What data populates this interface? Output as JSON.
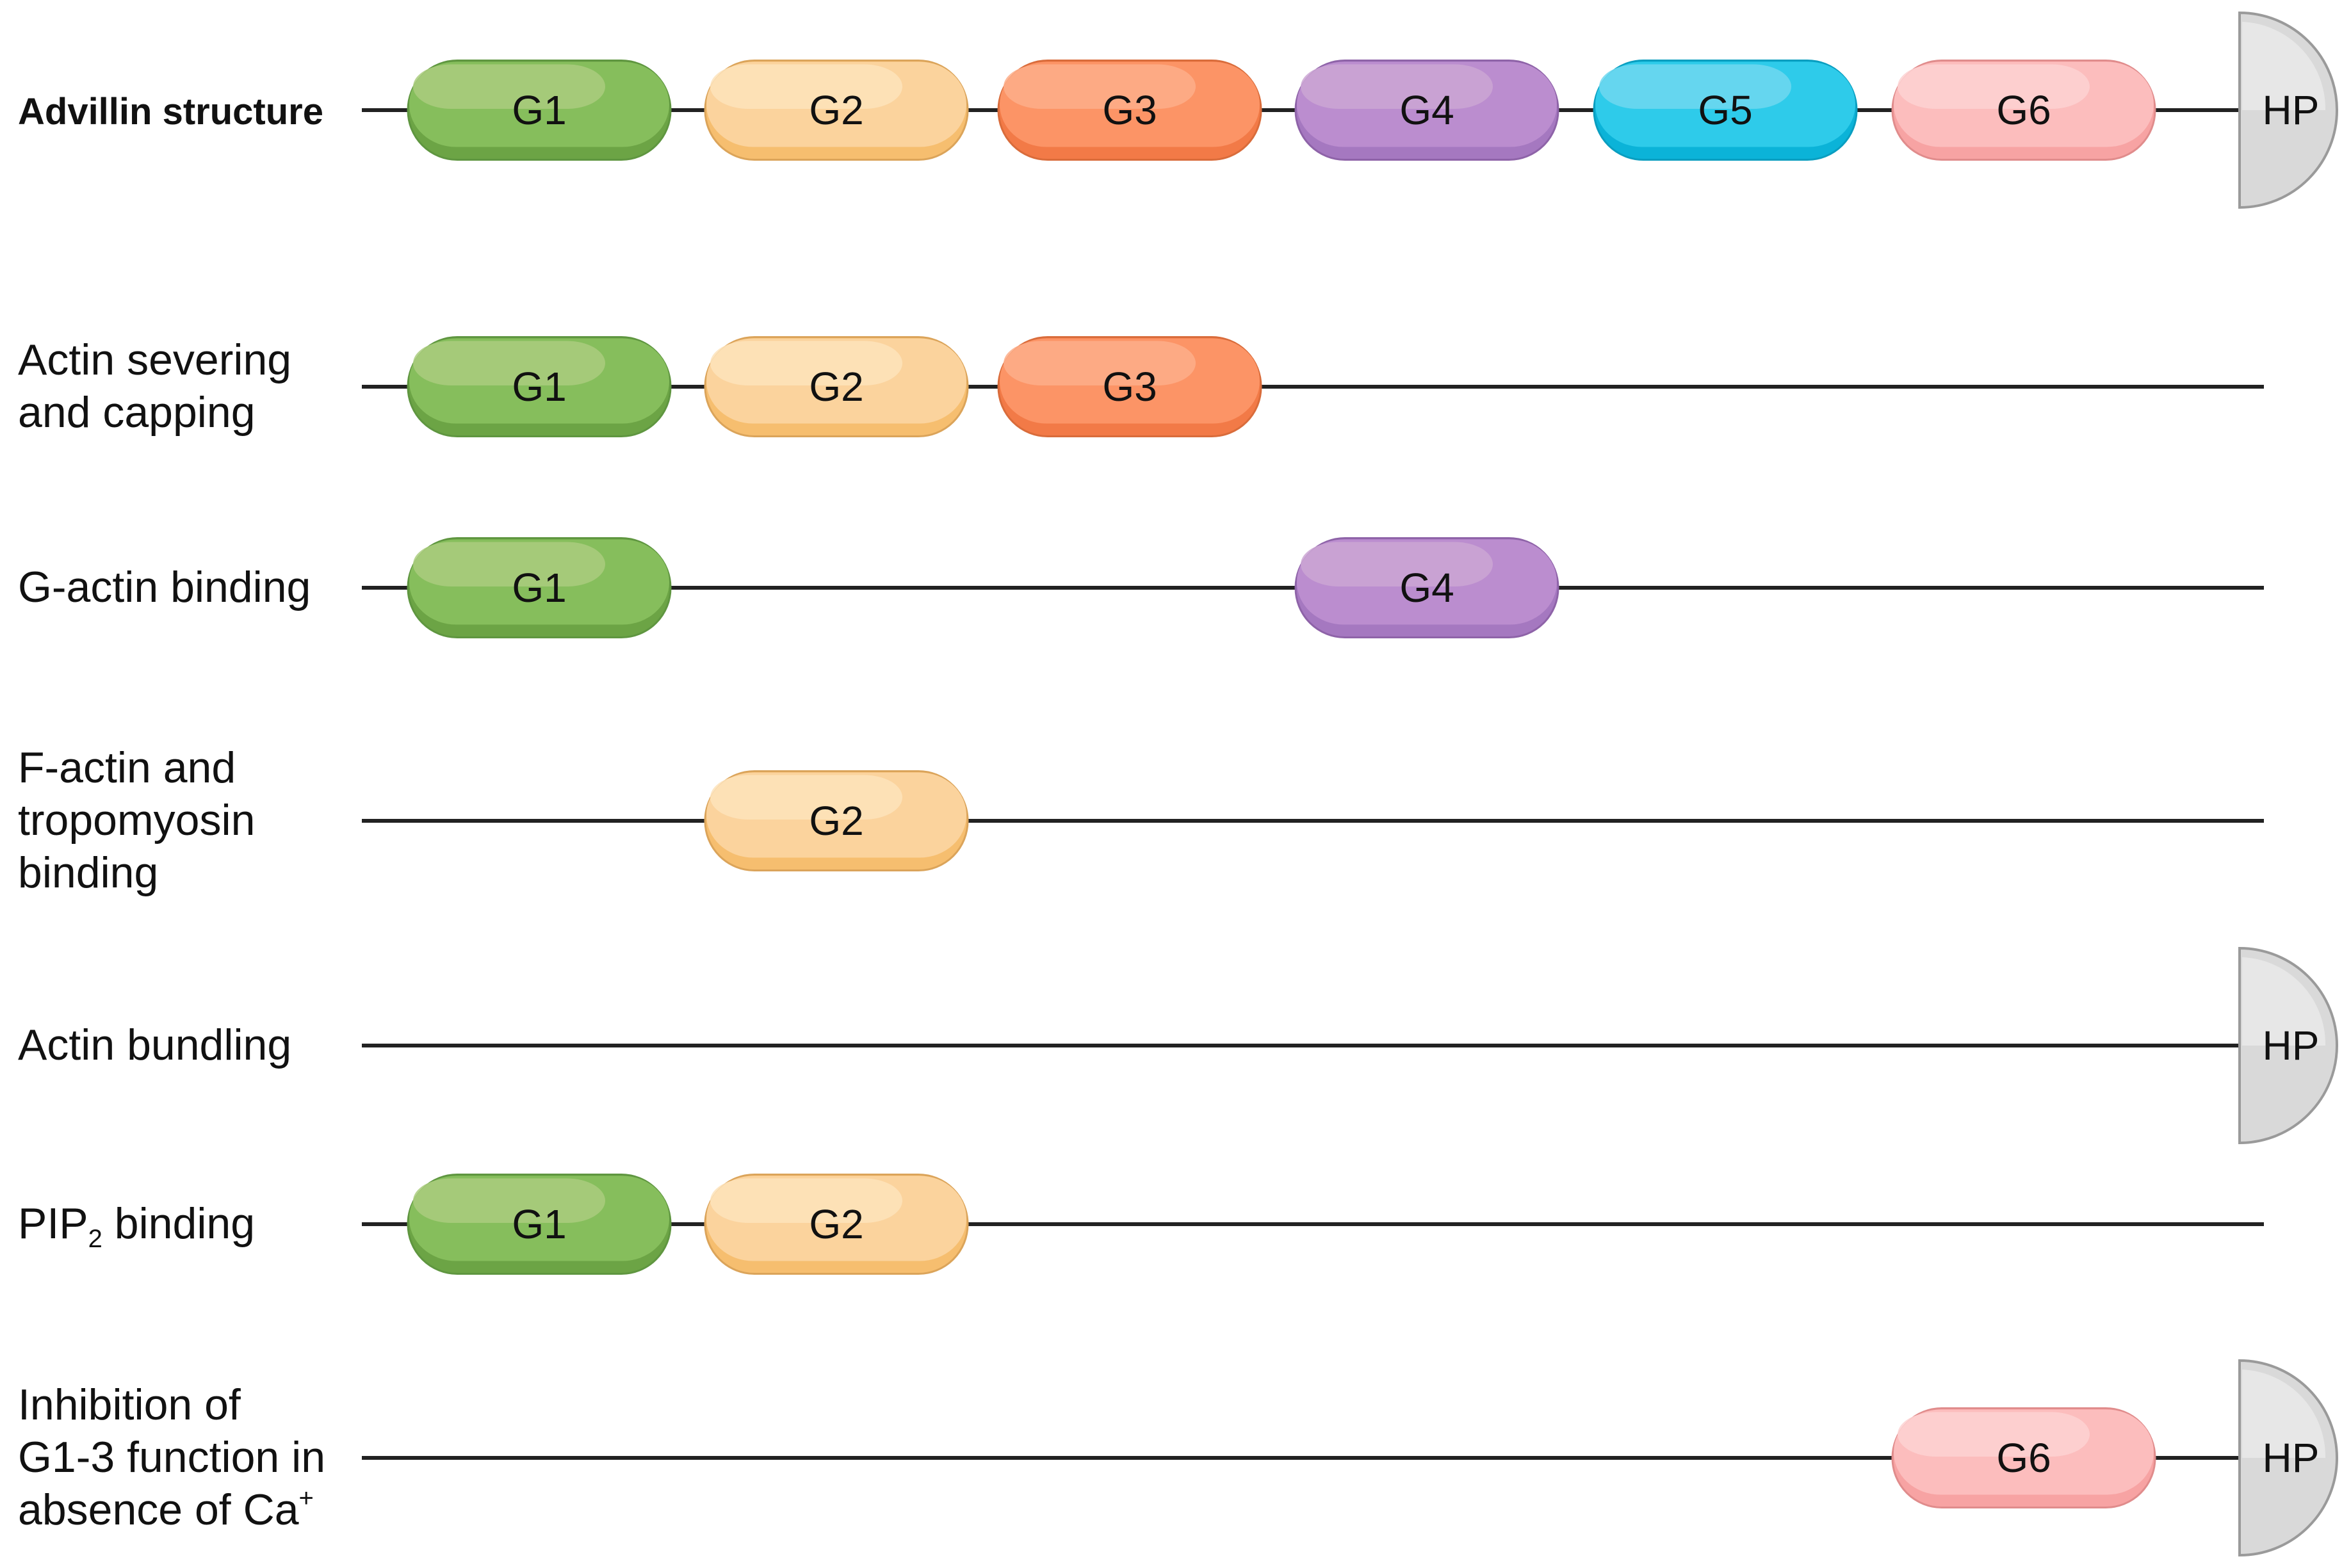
{
  "colors": {
    "G1": {
      "fill": "#86be5c",
      "light": "#aacd7e",
      "dark": "#6ca445",
      "stroke": "#5f9640"
    },
    "G2": {
      "fill": "#fbd39d",
      "light": "#fde3bb",
      "dark": "#f6be6f",
      "stroke": "#dba45a"
    },
    "G3": {
      "fill": "#fc9466",
      "light": "#fdae8a",
      "dark": "#f27a47",
      "stroke": "#d96c3b"
    },
    "G4": {
      "fill": "#bb8dcf",
      "light": "#cba6d4",
      "dark": "#a578c0",
      "stroke": "#8e63a8"
    },
    "G5": {
      "fill": "#2ecbea",
      "light": "#6ed8f0",
      "dark": "#0bb3d8",
      "stroke": "#0a9ec0"
    },
    "G6": {
      "fill": "#fcbdbd",
      "light": "#fdd2d2",
      "dark": "#f7a3a3",
      "stroke": "#e08c8c"
    },
    "HP": {
      "fill": "#d9d9d9",
      "light": "#e8e8e8",
      "stroke": "#9a9a9a"
    },
    "line": "#222222"
  },
  "rows": [
    {
      "label_lines": [
        "Advillin structure"
      ],
      "bold": true,
      "domains": [
        "G1",
        "G2",
        "G3",
        "G4",
        "G5",
        "G6"
      ],
      "hp": true
    },
    {
      "label_lines": [
        "Actin severing",
        "and capping"
      ],
      "bold": false,
      "domains": [
        "G1",
        "G2",
        "G3"
      ],
      "hp": false
    },
    {
      "label_lines": [
        "G-actin binding"
      ],
      "bold": false,
      "domains": [
        "G1",
        "G4"
      ],
      "hp": false
    },
    {
      "label_lines": [
        "F-actin and",
        "tropomyosin",
        "binding"
      ],
      "bold": false,
      "domains": [
        "G2"
      ],
      "hp": false
    },
    {
      "label_lines": [
        "Actin bundling"
      ],
      "bold": false,
      "domains": [],
      "hp": true
    },
    {
      "label_lines": [
        {
          "text": "PIP",
          "sub": "2",
          "after": " binding"
        }
      ],
      "bold": false,
      "domains": [
        "G1",
        "G2"
      ],
      "hp": false
    },
    {
      "label_lines": [
        "Inhibition of",
        "G1-3 function in",
        {
          "text": "absence of Ca",
          "sup": "+",
          "after": ""
        }
      ],
      "bold": false,
      "domains": [
        "G6"
      ],
      "hp": true
    }
  ],
  "hp_label": "HP"
}
